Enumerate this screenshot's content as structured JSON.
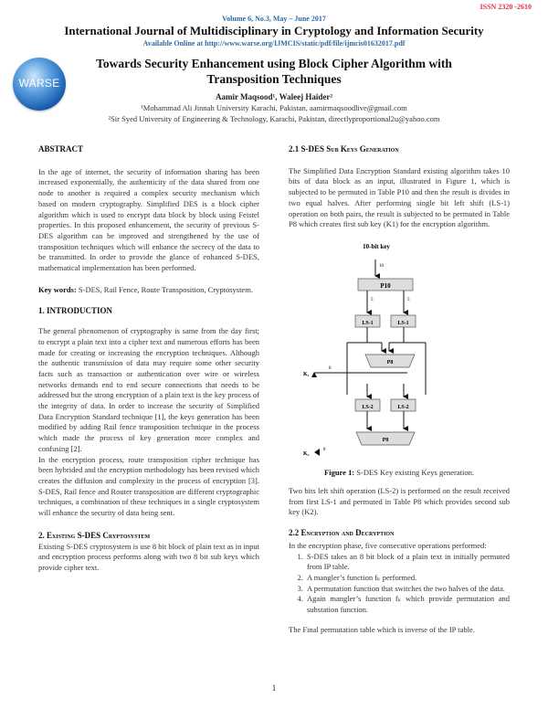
{
  "header": {
    "issn": "ISSN  2320 -2610",
    "volume": "Volume 6, No.3, May – June  2017",
    "journal_title": "International Journal of Multidisciplinary in Cryptology and Information Security",
    "available_online": "Available Online at http://www.warse.org/IJMCIS/static/pdf/file/ijmcis01632017.pdf",
    "logo_text": "WARSE",
    "accent_color": "#e0304a",
    "link_color": "#2a6aa8"
  },
  "paper": {
    "title_line1": "Towards Security Enhancement using Block Cipher Algorithm with",
    "title_line2": "Transposition Techniques",
    "authors": "Aamir Maqsood¹, Waleej Haider²",
    "affiliation1": "¹Mohammad Ali Jinnah University Karachi, Pakistan, aamirmaqsoodlive@gmail.com",
    "affiliation2": "²Sir Syed University of Engineering & Technology, Karachi, Pakistan, directlyproportional2u@yahoo.com"
  },
  "left_column": {
    "abstract_heading": "ABSTRACT",
    "abstract_text": "In the age of internet, the security of information sharing has been increased exponentially, the authenticity of the data shared from one node to another is required a complex security mechanism which based on modern cryptography. Simplified DES is a block cipher algorithm which is used to encrypt data block by block using Feistel properties. In this proposed enhancement, the security of previous S-DES algorithm can be improved and strengthened by the use of transposition techniques which will enhance the secrecy of the data to be transmitted. In order to provide the glance of enhanced S-DES, mathematical implementation has been performed.",
    "keywords_label": "Key words:",
    "keywords": " S-DES, Rail Fence, Route Transposition, Cryptosystem.",
    "intro_heading": "1. INTRODUCTION",
    "intro_p1": "The general phenomenon of cryptography is same from the day first; to encrypt a plain text into a cipher text and numerous efforts has been made for creating or increasing the encryption techniques. Although the authentic transmission of data may require some other security facts such as transaction or authentication over wire or wireless networks demands end to end secure connections that needs to be addressed but the strong encryption of a plain text is the key process of the integrity of data. In order to increase the security of Simplified Data Encryption Standard technique [1], the keys generation has been modified by adding Rail fence transposition technique in the process which made the process of key generation more complex and confusing [2].",
    "intro_p2": "In the encryption process, route transposition cipher technique has been hybrided and the encryption methodology has been revised which creates the diffusion and complexity in the process of encryption [3]. S-DES, Rail fence and Router transposition are different cryptographic techniques, a combination of these techniques in a single cryptosystem will enhance the security of data being sent.",
    "section2_heading": "2. Existing S-DES Cryptosystem",
    "section2_text": "Existing S-DES cryptosystem is use 8 bit block of plain text as in input and encryption process performs along with two 8 bit sub keys which provide cipher text."
  },
  "right_column": {
    "section21_heading": "2.1 S-DES Sub Keys Generation",
    "section21_text": "The Simplified Data Encryption Standard existing algorithm takes 10 bits of data block as an input, illustrated in Figure 1, which is subjected to be permuted in Table P10 and then the result is divides in two equal halves. After performing single bit left shift (LS-1) operation on both pairs, the result is subjected to be permuted in Table P8 which creates first sub key (K1) for the encryption algorithm.",
    "figure": {
      "top_label": "10-bit key",
      "input_bits": "10",
      "p10": "P10",
      "split_bits": "5",
      "ls1": "LS-1",
      "p8": "P8",
      "k1": "K₁",
      "k1_bits": "8",
      "ls2": "LS-2",
      "k2": "K₂",
      "k2_bits": "8"
    },
    "figure_caption_label": "Figure 1:",
    "figure_caption": " S-DES Key existing Keys generation.",
    "after_fig_text": "Two bits left shift operation (LS-2) is performed on the result received from first LS-1 and permuted in Table P8 which provides second sub key (K2).",
    "section22_heading": "2.2 Encryption and Decryption",
    "section22_intro": "In the encryption phase, five consecutive operations performed:",
    "steps": [
      "S-DES takes an 8 bit block of a plain text in initially permuted from IP table.",
      "A mangler’s function fₖ performed.",
      "A permutation function that switches the two halves of the data.",
      "Again mangler’s function fₖ which provide permutation and substation function."
    ],
    "final_text": "The Final permutation table which is inverse of the IP table."
  },
  "footer": {
    "page_number": "1"
  }
}
